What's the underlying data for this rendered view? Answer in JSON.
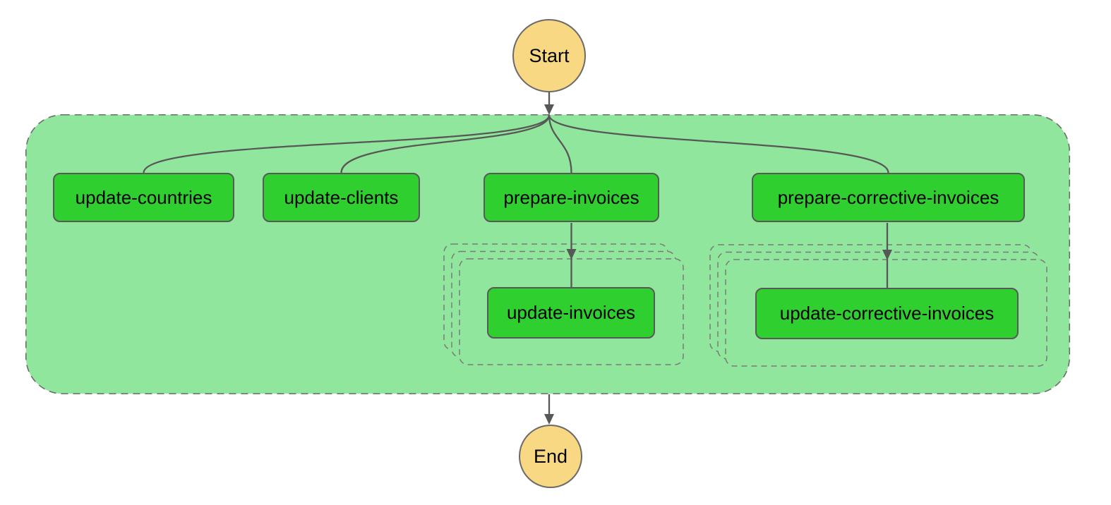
{
  "diagram": {
    "type": "workflow-graph",
    "nodes": {
      "start_label": "Start",
      "end_label": "End",
      "tasks": [
        {
          "label": "update-countries"
        },
        {
          "label": "update-clients"
        },
        {
          "label": "prepare-invoices"
        },
        {
          "label": "prepare-corrective-invoices"
        }
      ],
      "map_tasks": [
        {
          "label": "update-invoices"
        },
        {
          "label": "update-corrective-invoices"
        }
      ]
    },
    "colors": {
      "canvas_bg": "#ffffff",
      "parallel_bg": "#90e69c",
      "parallel_border": "#6c6c6c",
      "task_bg": "#2ecf2e",
      "task_border": "#595959",
      "map_border": "#7a7a7a",
      "terminal_bg": "#f8d882",
      "terminal_border": "#6a6a6a",
      "edge": "#575757",
      "label_text": "#000000"
    }
  }
}
